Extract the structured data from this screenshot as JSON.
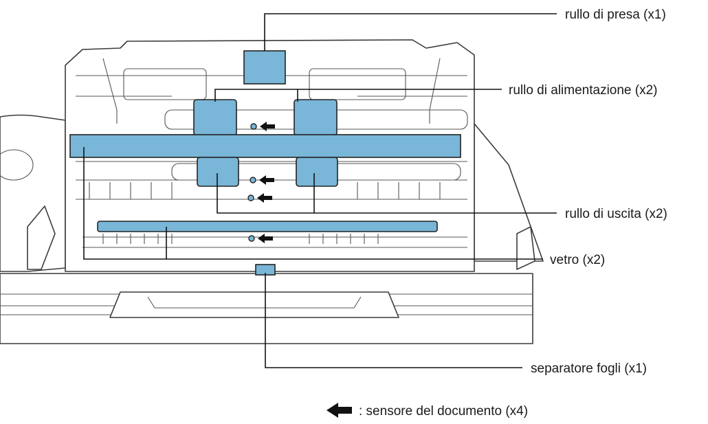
{
  "labels": {
    "pick_roller": "rullo di presa (x1)",
    "feed_roller": "rullo di alimentazione (x2)",
    "eject_roller": "rullo di uscita (x2)",
    "glass": "vetro (x2)",
    "sheet_separator": "separatore fogli (x1)"
  },
  "legend": {
    "sensor_text": ": sensore del documento (x4)"
  },
  "colors": {
    "part_fill": "#79b6d8",
    "outline": "#3a3a3a",
    "leader": "#111111"
  }
}
